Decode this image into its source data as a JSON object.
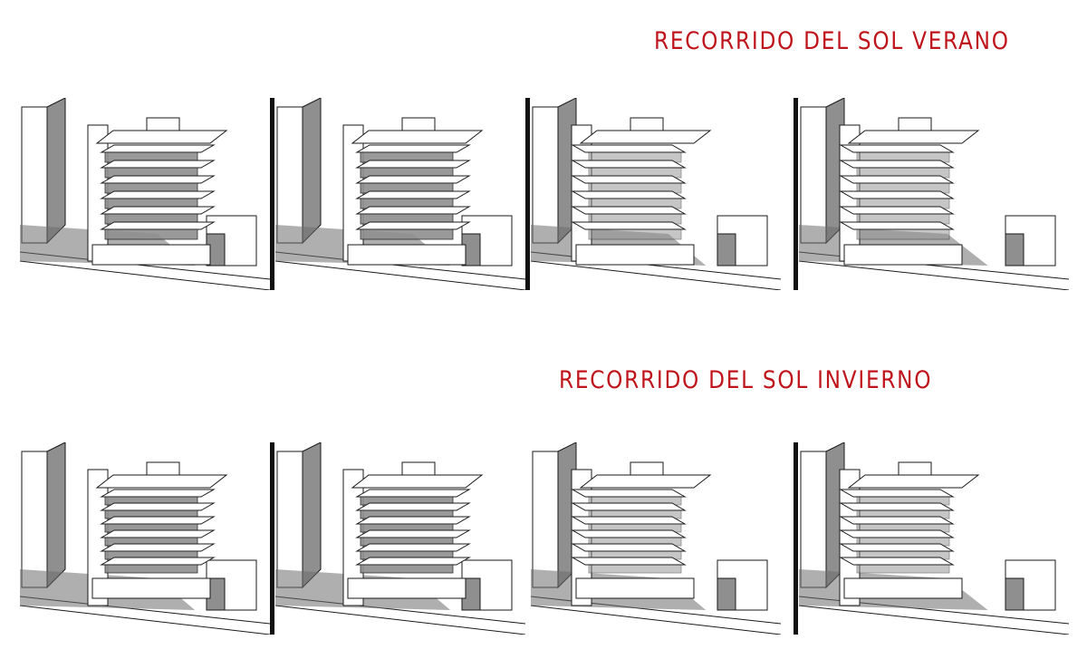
{
  "titles": {
    "summer": "RECORRIDO DEL SOL VERANO",
    "winter": "RECORRIDO DEL SOL INVIERNO"
  },
  "colors": {
    "title": "#c0141c",
    "shadow": "#8f8f8f",
    "ground_shadow": "#6e6e6e",
    "line": "#1a1a1a",
    "divider": "#111111"
  },
  "rows": [
    {
      "id": "summer",
      "views": [
        "sun-east",
        "sun-south-east",
        "sun-south-west",
        "sun-west"
      ]
    },
    {
      "id": "winter",
      "views": [
        "sun-east",
        "sun-south-east",
        "sun-south-west",
        "sun-west"
      ]
    }
  ]
}
